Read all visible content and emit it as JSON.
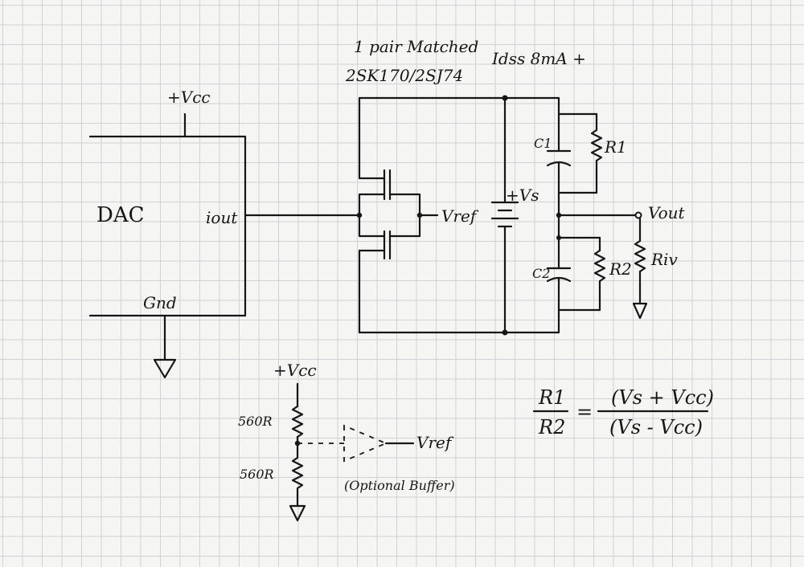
{
  "header": {
    "line1": "1 pair Matched",
    "line2": "2SK170/2SJ74",
    "idss": "Idss 8mA +"
  },
  "dac": {
    "label": "DAC",
    "vcc": "+Vcc",
    "iout": "iout",
    "gnd": "Gnd"
  },
  "stage": {
    "vref": "Vref",
    "vs": "+Vs",
    "c1": "C1",
    "r1": "R1",
    "c2": "C2",
    "r2": "R2",
    "vout": "Vout",
    "riv": "Riv"
  },
  "divider": {
    "vcc": "+Vcc",
    "r_top": "560R",
    "r_bottom": "560R",
    "vref": "Vref",
    "buffer_note": "(Optional Buffer)"
  },
  "equation": {
    "lhs_num": "R1",
    "lhs_den": "R2",
    "equals": "=",
    "rhs_num": "(Vs + Vcc)",
    "rhs_den": "(Vs - Vcc)"
  }
}
